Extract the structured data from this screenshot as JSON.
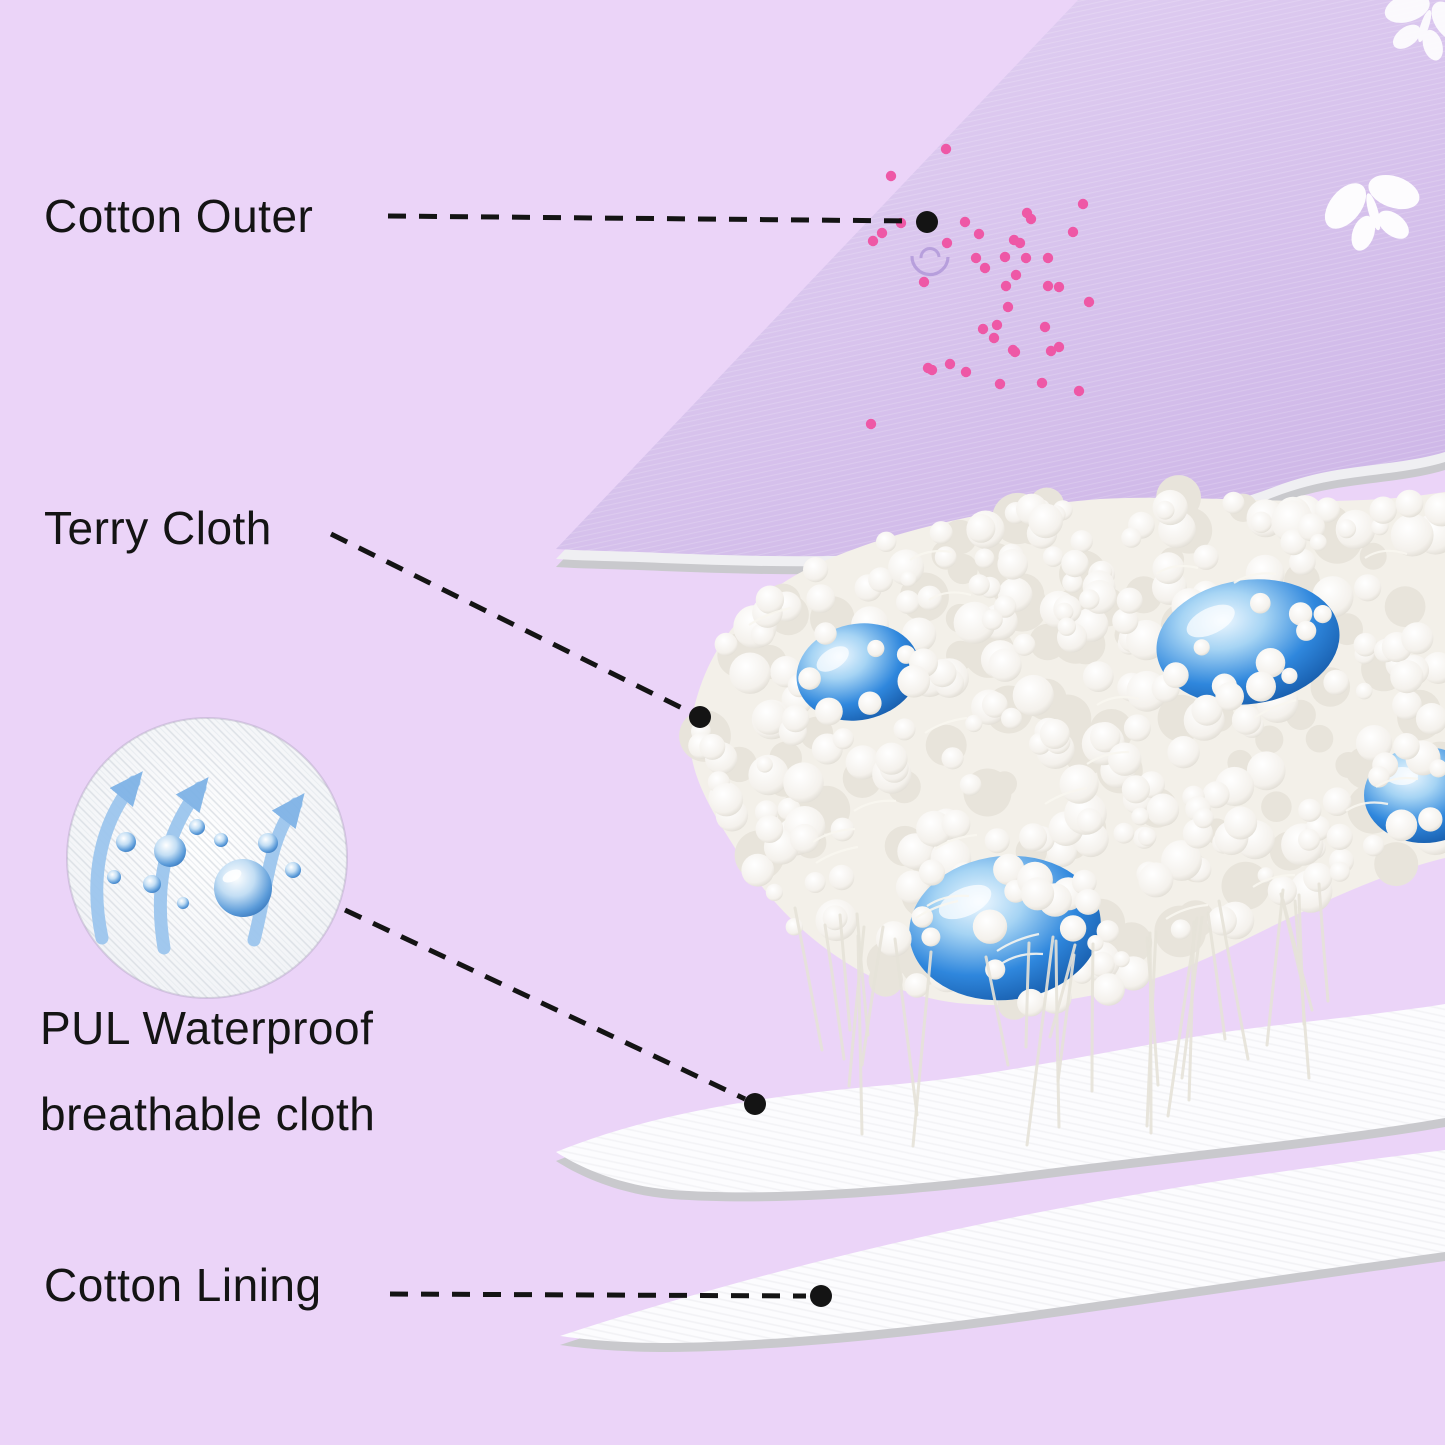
{
  "labels": {
    "cotton_outer": "Cotton Outer",
    "terry_cloth": "Terry Cloth",
    "pul_line1": "PUL Waterproof",
    "pul_line2": "breathable cloth",
    "cotton_lining": "Cotton Lining"
  },
  "icons": {
    "butterfly": "butterfly-icon",
    "water_drop": "water-drop-icon",
    "breathe_arrow": "arrow-up-icon",
    "gel_bead": "gel-bead-icon",
    "callout_dot": "callout-dot"
  },
  "colors": {
    "bg": "#ebd4f8",
    "text": "#141414",
    "line": "#141414",
    "fabric_purple": "#e3d2f3",
    "fabric_purple_dark": "#cfb8e8",
    "dot_pink": "#ee58a6",
    "bead_blue": "#2e86dc",
    "drop_blue": "#4a90d9",
    "arrow_blue": "#9cc6ee",
    "edge_gray": "#c9c9cd",
    "fluff_ivory": "#f3f0e9",
    "layer_white": "#fcfcfe"
  }
}
